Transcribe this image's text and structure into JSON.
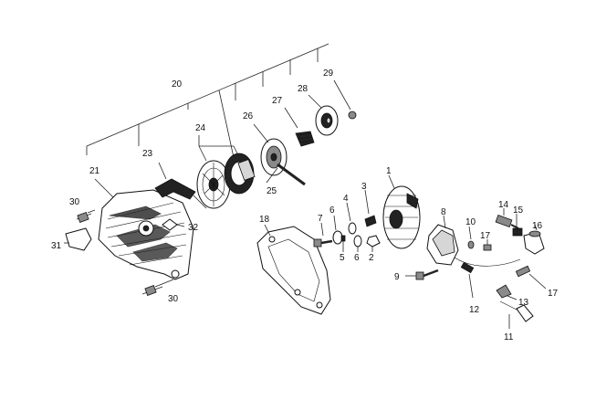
{
  "diagram": {
    "labels": {
      "l1": "1",
      "l2": "2",
      "l3": "3",
      "l4": "4",
      "l5": "5",
      "l6a": "6",
      "l6b": "6",
      "l7": "7",
      "l8": "8",
      "l9": "9",
      "l10": "10",
      "l11": "11",
      "l12": "12",
      "l13": "13",
      "l14": "14",
      "l15": "15",
      "l16": "16",
      "l17a": "17",
      "l17b": "17",
      "l18": "18",
      "l20": "20",
      "l21": "21",
      "l23": "23",
      "l24": "24",
      "l25": "25",
      "l26": "26",
      "l27": "27",
      "l28": "28",
      "l29": "29",
      "l30a": "30",
      "l30b": "30",
      "l31": "31",
      "l32": "32"
    }
  }
}
